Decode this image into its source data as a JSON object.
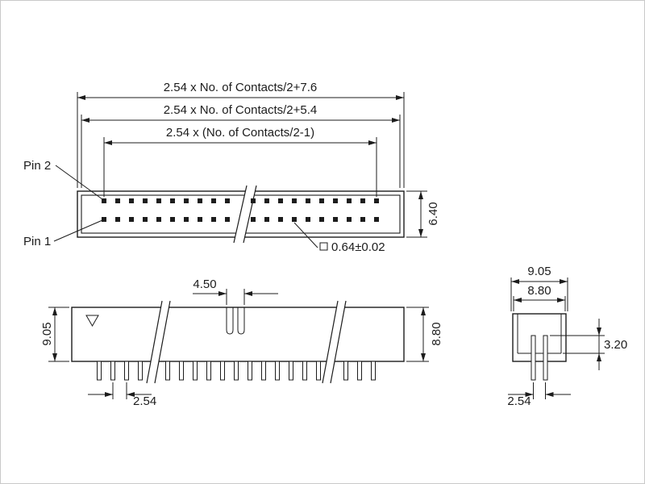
{
  "top_view": {
    "dim_overall": "2.54 x No. of Contacts/2+7.6",
    "dim_body": "2.54 x No. of Contacts/2+5.4",
    "dim_pin_span": "2.54 x (No. of Contacts/2-1)",
    "label_pin2": "Pin 2",
    "label_pin1": "Pin 1",
    "dim_height": "6.40",
    "dim_pin_square": "0.64±0.02"
  },
  "front_view": {
    "dim_height_left": "9.05",
    "dim_height_right": "8.80",
    "dim_key_width": "4.50",
    "dim_pitch": "2.54"
  },
  "end_view": {
    "dim_width_outer": "9.05",
    "dim_width_inner": "8.80",
    "dim_pin_length": "3.20",
    "dim_pitch": "2.54"
  },
  "colors": {
    "line": "#1c1c1c",
    "background": "#ffffff",
    "frame_border": "#c9c9c9"
  }
}
